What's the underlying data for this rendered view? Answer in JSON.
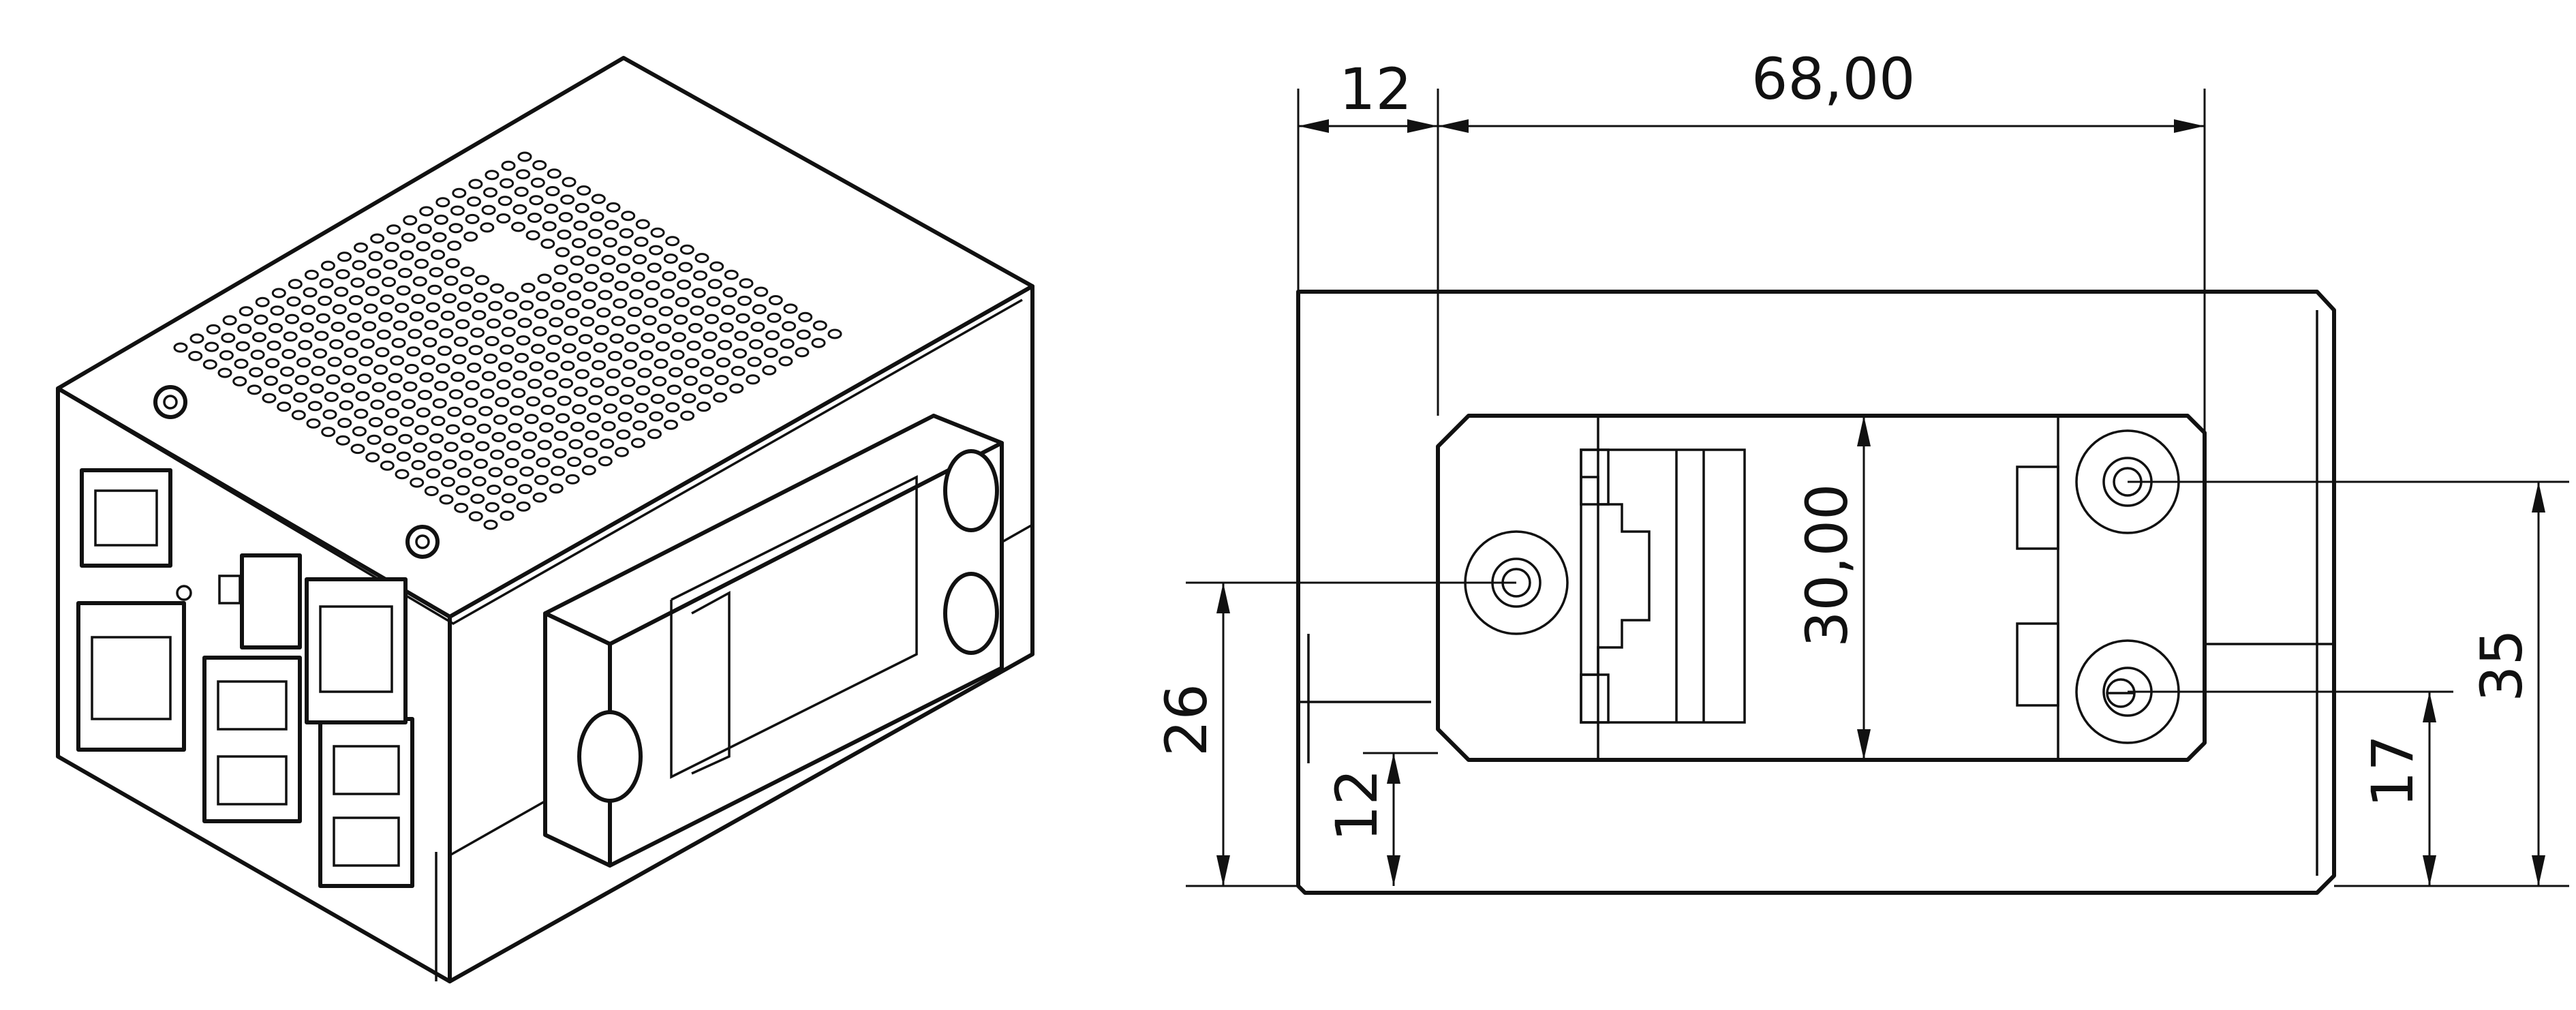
{
  "dimensions": {
    "width_offset": "12",
    "width_total": "68,00",
    "height_clip": "30,00",
    "left_hole_height": "26",
    "bottom_edge": "12",
    "right_lower_hole": "17",
    "right_upper_hole": "35"
  }
}
